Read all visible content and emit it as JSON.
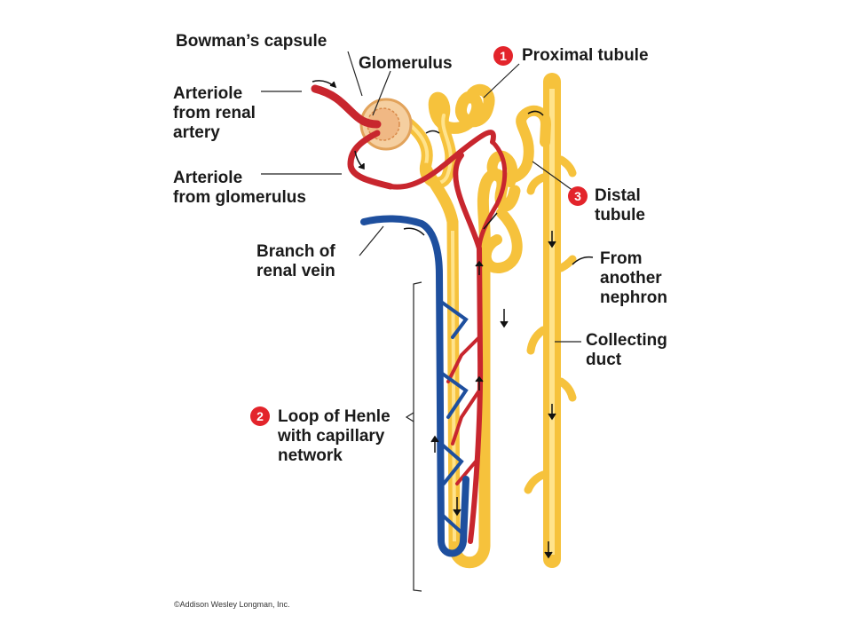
{
  "labels": {
    "bowmans_capsule": "Bowman’s capsule",
    "glomerulus": "Glomerulus",
    "arteriole_renal": [
      "Arteriole",
      "from renal",
      "artery"
    ],
    "arteriole_glomerulus": [
      "Arteriole",
      "from glomerulus"
    ],
    "branch_vein": [
      "Branch of",
      "renal vein"
    ],
    "proximal": {
      "badge": "1",
      "text": "Proximal tubule"
    },
    "loop": {
      "badge": "2",
      "lines": [
        "Loop of Henle",
        "with capillary",
        "network"
      ]
    },
    "distal": {
      "badge": "3",
      "lines": [
        "Distal",
        "tubule"
      ]
    },
    "from_nephron": [
      "From",
      "another",
      "nephron"
    ],
    "collecting": [
      "Collecting",
      "duct"
    ]
  },
  "credit": "©Addison Wesley Longman, Inc.",
  "colors": {
    "tubule": "#f6c23c",
    "tubule_highlight": "#ffe38c",
    "artery": "#c8262e",
    "vein": "#1e4f9e",
    "capsule": "#f5cfa0",
    "badge": "#e3242b"
  }
}
